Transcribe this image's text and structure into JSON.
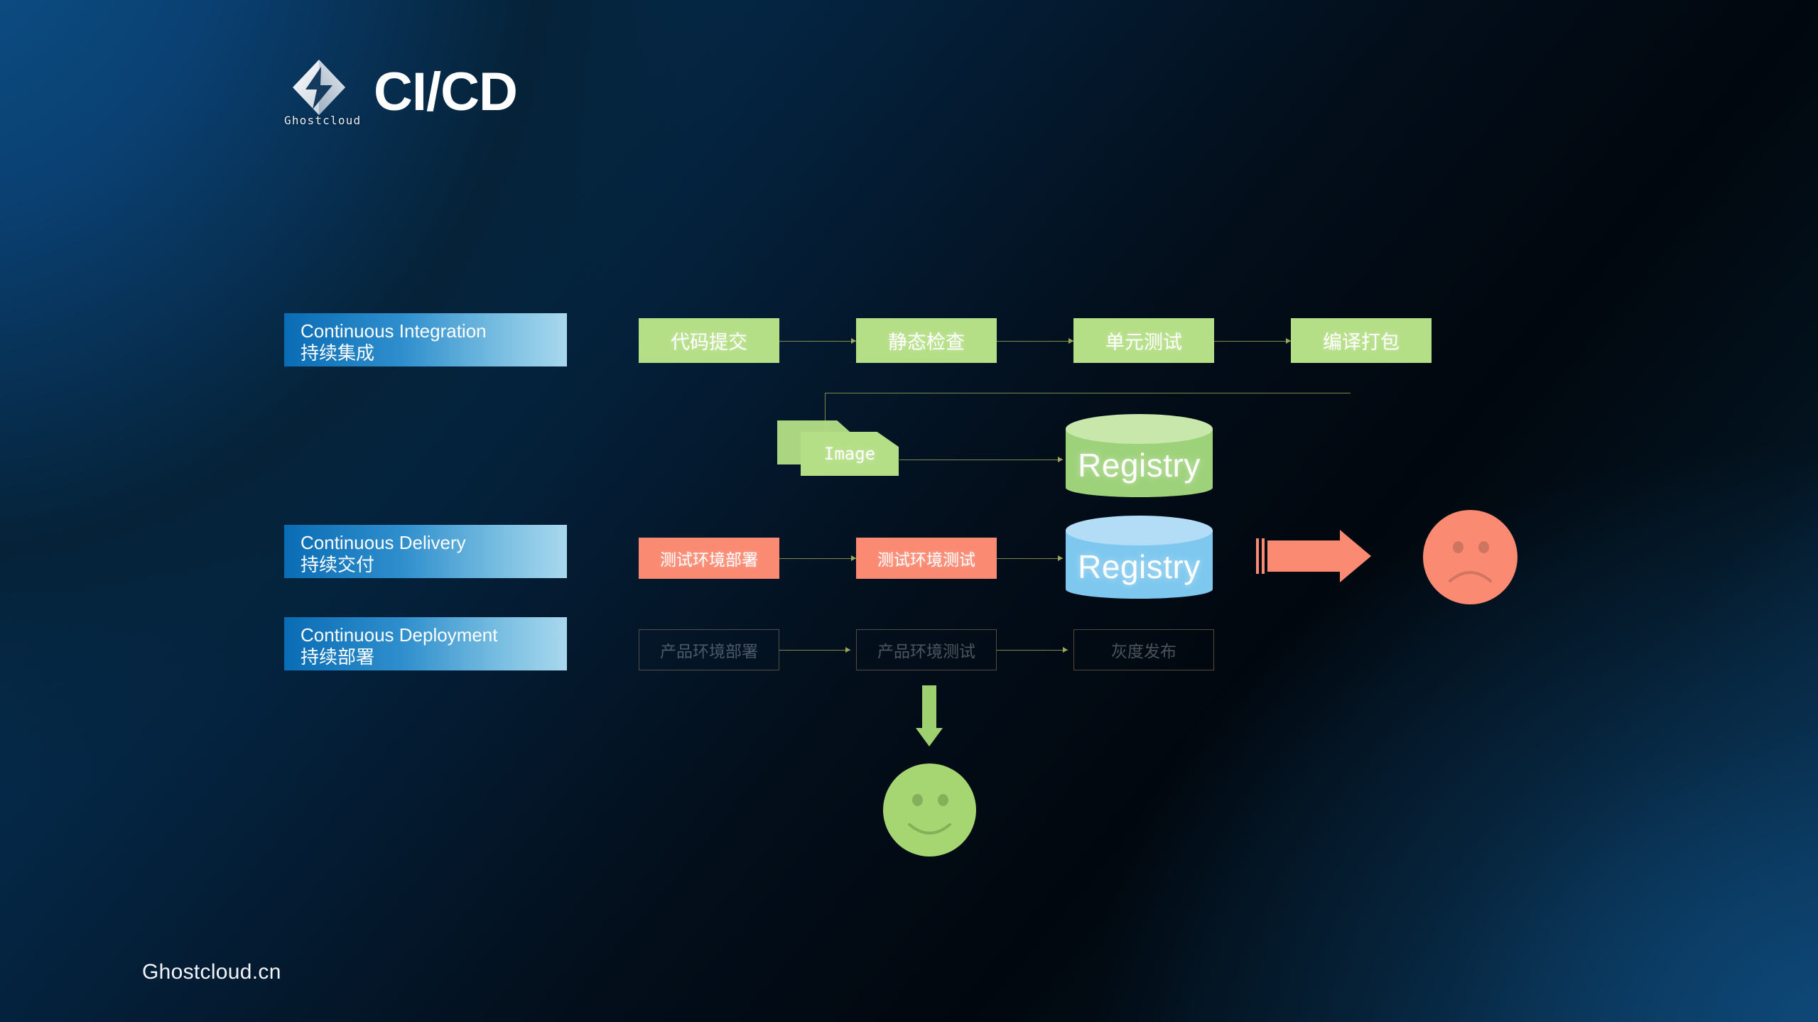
{
  "header": {
    "title": "CI/CD",
    "logo_wordmark": "Ghostcloud",
    "logo_icon": "ghostcloud-diamond-logo"
  },
  "stages": [
    {
      "id": "ci",
      "en": "Continuous Integration",
      "cn": "持续集成"
    },
    {
      "id": "cd",
      "en": "Continuous Delivery",
      "cn": "持续交付"
    },
    {
      "id": "cdp",
      "en": "Continuous Deployment",
      "cn": "持续部署"
    }
  ],
  "pipelines": {
    "integration_row": {
      "state": "active",
      "boxes": [
        {
          "label": "代码提交"
        },
        {
          "label": "静态检查"
        },
        {
          "label": "单元测试"
        },
        {
          "label": "编译打包"
        }
      ]
    },
    "delivery_row": {
      "state": "active",
      "boxes": [
        {
          "label": "测试环境部署"
        },
        {
          "label": "测试环境测试"
        }
      ]
    },
    "deployment_row": {
      "state": "dimmed",
      "boxes": [
        {
          "label": "产品环境部署"
        },
        {
          "label": "产品环境测试"
        },
        {
          "label": "灰度发布"
        }
      ]
    }
  },
  "artifacts": {
    "image": {
      "label": "Image"
    },
    "registry_build": {
      "label": "Registry"
    },
    "registry_release": {
      "label": "Registry"
    }
  },
  "outcomes": {
    "manual_gate": {
      "icon": "sad-face-icon",
      "arrow": "right-arrow-icon"
    },
    "auto_release": {
      "icon": "happy-face-icon",
      "arrow": "down-arrow-icon"
    }
  },
  "footer": {
    "site": "Ghostcloud.cn"
  },
  "colors": {
    "green_box": "#b5df87",
    "red_box": "#fb8a72",
    "cylinder_green": "#9ed27a",
    "cylinder_blue": "#7ec8ef",
    "stage_gradient_start": "#0a6cb4",
    "stage_gradient_end": "#a9d8ee",
    "connector": "#7f8a4a",
    "background_deep": "#02121f"
  }
}
